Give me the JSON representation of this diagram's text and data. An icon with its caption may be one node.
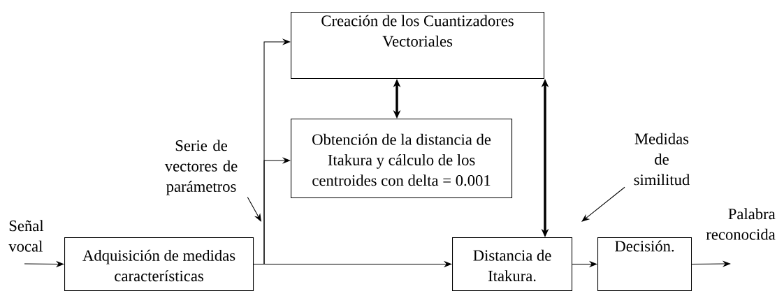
{
  "diagram": {
    "nodes": [
      {
        "text": [
          "Creación de los Cuantizadores Vectoriales"
        ]
      },
      {
        "text": [
          "Obtención de la distancia de Itakura y cálculo de los centroides con delta = 0.001"
        ]
      },
      {
        "text": [
          "Adquisición de medidas características"
        ]
      },
      {
        "text": [
          "Distancia de Itakura."
        ]
      },
      {
        "text": [
          "Decisión."
        ]
      },
      {
        "text": [
          "Serie de vectores de parámetros"
        ]
      },
      {
        "text": [
          "Medidas de similitud"
        ]
      }
    ],
    "edges": [
      {
        "from": null,
        "to": 2,
        "arrow": "to"
      },
      {
        "from": 2,
        "to": 0,
        "arrow": "to"
      },
      {
        "from": 2,
        "to": 1,
        "arrow": "to"
      },
      {
        "from": 2,
        "to": 3,
        "arrow": "to"
      },
      {
        "from": 0,
        "to": 1,
        "arrow": "both",
        "style": "thick"
      },
      {
        "from": 0,
        "to": 3,
        "arrow": "both",
        "style": "thick"
      },
      {
        "from": 3,
        "to": 4,
        "arrow": "to"
      },
      {
        "from": 4,
        "to": null,
        "arrow": "to"
      },
      {
        "from": 5,
        "to": null,
        "arrow": "to"
      },
      {
        "from": 6,
        "to": null,
        "arrow": "to"
      }
    ],
    "labels": [
      "Señal vocal",
      "Palabra reconocida"
    ]
  }
}
